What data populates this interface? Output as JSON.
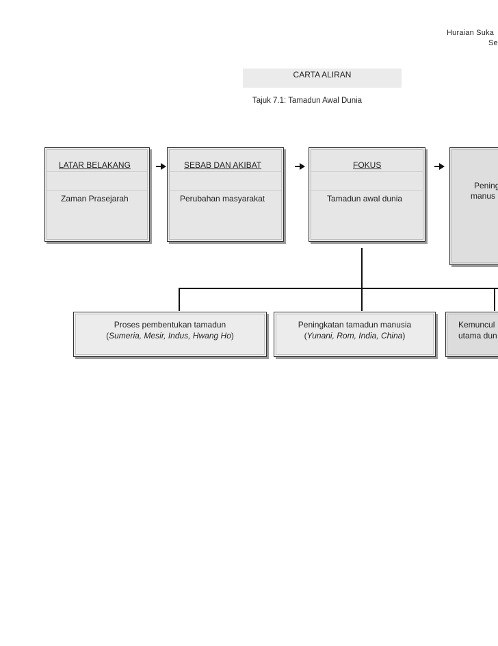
{
  "header": {
    "line1": "Huraian Suka",
    "line2": "Se"
  },
  "title": "CARTA ALIRAN",
  "subtitle": "Tajuk 7.1: Tamadun Awal Dunia",
  "flow": [
    {
      "label": "LATAR BELAKANG",
      "text": "Zaman Prasejarah"
    },
    {
      "label": "SEBAB DAN AKIBAT",
      "text": "Perubahan masyarakat"
    },
    {
      "label": "FOKUS",
      "text": "Tamadun awal dunia"
    },
    {
      "label": "",
      "text1": "Pening",
      "text2": "manus"
    }
  ],
  "branches": [
    {
      "line1": "Proses pembentukan tamadun",
      "line2_prefix": "(",
      "line2_italic": "Sumeria, Mesir, Indus, Hwang Ho",
      "line2_suffix": ")"
    },
    {
      "line1": "Peningkatan tamadun manusia",
      "line2_prefix": "(",
      "line2_italic": "Yunani, Rom, India, China",
      "line2_suffix": ")"
    },
    {
      "line1": "Kemuncul",
      "line2": "utama dun"
    }
  ]
}
